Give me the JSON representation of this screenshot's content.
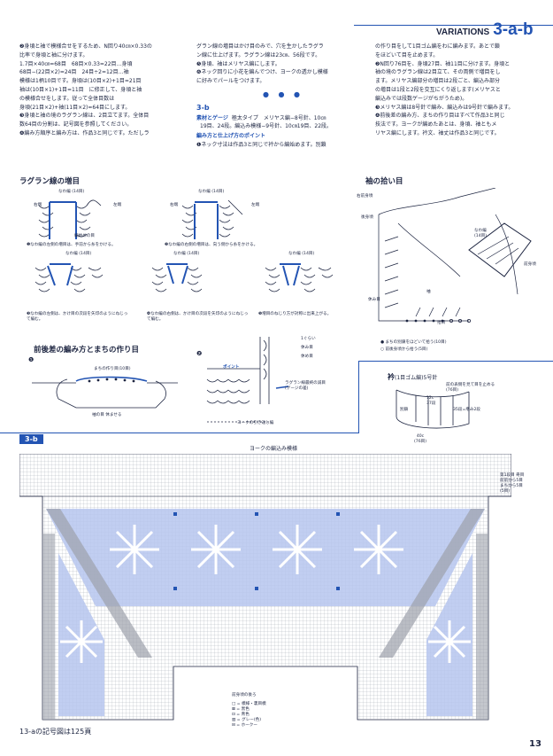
{
  "header": {
    "label": "VARIATIONS",
    "code": "3-a-b"
  },
  "colors": {
    "accent": "#2354b3",
    "pattern_blue": "#b6c6ee",
    "pattern_grey": "#9da1ab",
    "line": "#1c2440"
  },
  "intro": {
    "col1": [
      "❷身頃と袖で模様合せをするため、N回り40㎝×0.33の",
      "比率で身頃と袖に分けます。",
      "1.7目×40㎝=68目　68目×0.33=22目…身頃",
      "68目−(22目×2)=24目　24目÷2=12目…袖",
      "模様は1柄10目です。身頃は(10目×2)+1目=21目",
      "袖は(10目×1)+1目=11目　に修正して、身頃と袖",
      "の模様合せをします。従って全体目数は",
      "身頃(21目×2)+袖(11目×2)=64目にします。",
      "❸身頃と袖の境のラグラン線は、2目立てます。全体目",
      "数64目の分割は、記号図を参照してください。",
      "❹編み方順序と編み方は、作品3と同じです。ただしラ"
    ],
    "col2": [
      "グラン線の増目はかけ目のみで、穴を生かしたラグラ",
      "ン線に仕上げます。ラグラン線は23㎝、56段です。",
      "❺身頃、袖はメリヤス編にします。",
      "❻ネック回りに小花を編んでつけ、ヨークの透かし模様",
      "に好みでパールをつけます。"
    ],
    "dots": "● ● ●",
    "subhead": "3-b",
    "materials": [
      {
        "head": "素材とゲージ",
        "text": "極太タイプ　メリヤス編−8号針、10㎝"
      },
      {
        "head": "",
        "text": "19目、24段。編込み模様−9号針、10㎝19目、22段。"
      }
    ],
    "points_head": "編み方と仕上げ方のポイント",
    "points": [
      "❶ネック寸法は作品3と同じで衿から編始めます。別鎖"
    ],
    "col3": [
      "の作り目をして1目ゴム編をわに編みます。あとで鎖",
      "をほどいて目を止めます。",
      "❷N回り76目を、身頃27目、袖11目に分けます。身頃と",
      "袖の境のラグラン線は2目立て、その両側で増目をし",
      "ます。メリヤス編部分の増目は2段ごと、編込み部分",
      "の増目は1段と2段を交互にくり返します(メリヤスと",
      "編込みでは段数ゲージがちがうため)。",
      "❸メリヤス編は8号針で編み、編込みは9号針で編みます。",
      "❹前後差の編み方、まちの作り目はすべて作品3と同じ",
      "技法です。ヨークが編めたあとは、身頃、袖ともメ",
      "リヤス編にします。衿文、袖丈は作品3と同じです。"
    ]
  },
  "section_titles": {
    "raglan": "ラグラン線の増目",
    "sleeve": "袖の拾い目",
    "front_back": "前後差の編み方とまちの作り目",
    "chart": "ヨークの編込み模様",
    "ref": "13-aの記号図は125頁"
  },
  "raglan_captions": [
    "❶なわ編の左側の増目は、手前から糸をかける。",
    "❷なわ編の右側の増目は、向う側から糸をかける。",
    "❸なわ編の左側は、かけ目の次段を矢印のようにねじって編む。",
    "❹なわ編の右側は、かけ目の次段を矢印のようにねじって編む。",
    "❺増目のねじり方が対称に出来上がる。"
  ],
  "raglan_labels": {
    "cable": "なわ編",
    "cable_count": "(14目)",
    "right": "右端",
    "left": "左端",
    "start": "編始めの目"
  },
  "sleeve_labels": {
    "right_front": "右前身頃",
    "back": "後身頃",
    "sleeve": "袖",
    "front": "前身頃",
    "cable": "なわ編",
    "cable_count": "(14目)",
    "stop": "休み目",
    "pick": "拾目",
    "note1": "● まちの別鎖をほどいて拾う(10目)",
    "note2": "○ 前後身頃から拾う(5目)"
  },
  "fb_labels": {
    "step": "❶",
    "side": "まちの作り目",
    "count": "(10目)",
    "sleeve_hold": "袖の目 休ませる",
    "step2": "❷",
    "stitch": "1ぐらい",
    "rest": "休み目",
    "hold": "休め目",
    "pt": "ポイント",
    "raglan_note": "ラグラン線最終の減目",
    "gauge": "(ゲージの差)",
    "yoke": "ヨークの引き返し編"
  },
  "collar": {
    "title": "衿",
    "sub": "(1目ゴム編)",
    "needle": "5号針",
    "note1": "前の表側を見て目を止める",
    "note2": "(76目)",
    "note3": "35段=増み2段",
    "width": "40c",
    "width_count": "(76目)",
    "side": "別鎖",
    "h1": "12c",
    "h2": "37",
    "h3": "段"
  },
  "chart": {
    "side_notes": [
      "第1段目 奇目",
      "前前から5目",
      "まちから5目",
      "(5目)"
    ],
    "center_note": "前身頃の後ろ",
    "legend": [
      "□ = 模様・裏目模",
      "⊠ = 黒色",
      "⊡ = 青色",
      "▥ = グレー(色)",
      "⊟ = ホークー"
    ]
  },
  "footer": {
    "page": "13"
  }
}
